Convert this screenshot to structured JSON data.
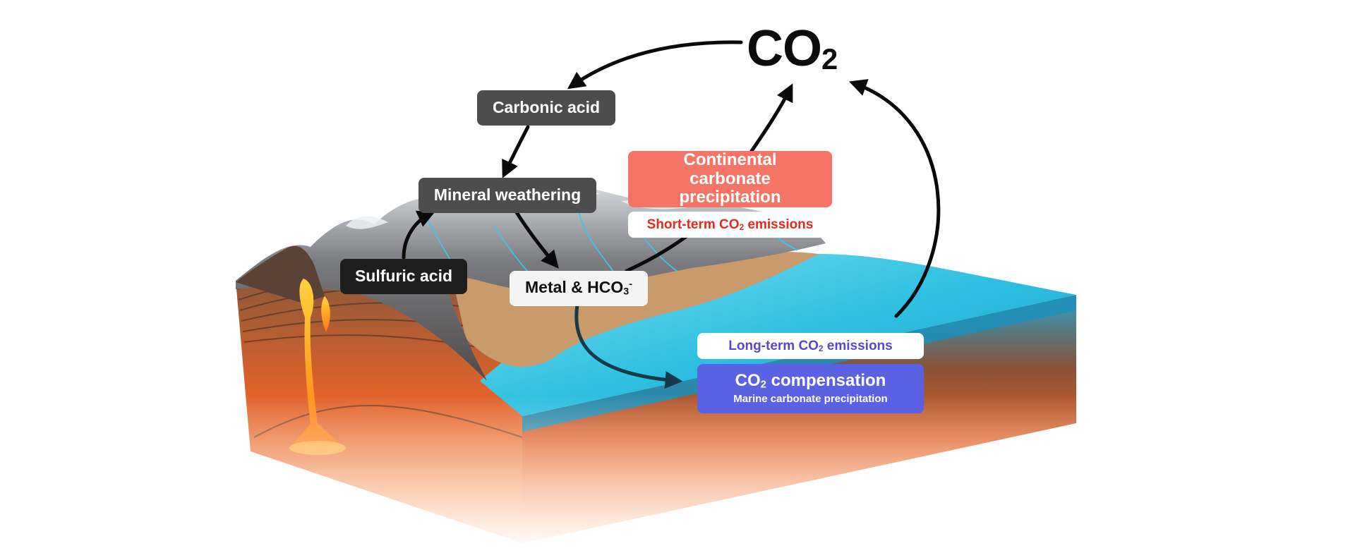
{
  "labels": {
    "co2": "CO",
    "co2_sub": "2",
    "carbonic_acid": "Carbonic acid",
    "mineral_weathering": "Mineral weathering",
    "sulfuric_acid": "Sulfuric acid",
    "metal_hco3": "Metal & HCO",
    "metal_hco3_sub": "3",
    "metal_hco3_sup": "-",
    "continental_carbonate": "Continental carbonate precipitation",
    "short_term_prefix": "Short-term CO",
    "short_term_sub": "2",
    "short_term_suffix": " emissions",
    "long_term_prefix": "Long-term CO",
    "long_term_sub": "2",
    "long_term_suffix": " emissions",
    "compensation_prefix": "CO",
    "compensation_sub": "2",
    "compensation_suffix": " compensation",
    "marine_carbonate": "Marine carbonate precipitation"
  },
  "colors": {
    "dark_box": "#4d4d4d",
    "black_box": "#1e1e1e",
    "continental_red": "#f47466",
    "short_term_text": "#e8291c",
    "long_term_text": "#5b45d8",
    "compensation_blue": "#5a61e2",
    "ocean": "#2fc0e2",
    "magma": "#f06a1c"
  }
}
